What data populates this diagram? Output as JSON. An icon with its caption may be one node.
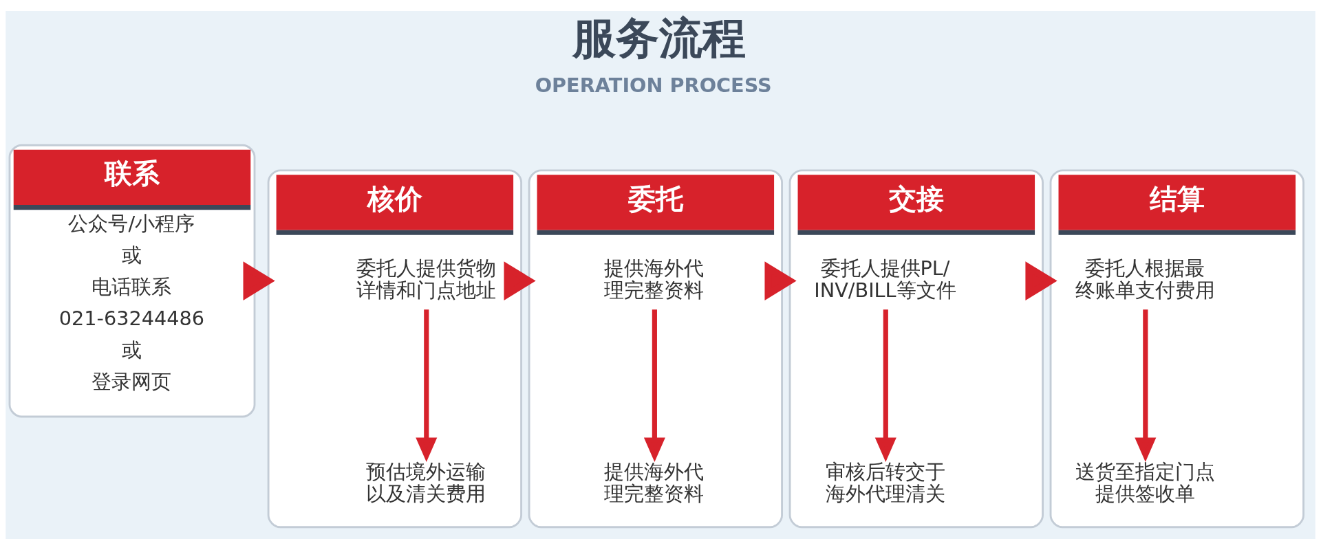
{
  "diagram": {
    "title": "服务流程",
    "nodes": [
      {
        "text": [
          "联系",
          "公众号/小程序",
          "或",
          "电话联系",
          "021-63244486",
          "或",
          "登录网页"
        ]
      },
      {
        "text": [
          "核价"
        ]
      },
      {
        "text": [
          "委托人提供货物详情和门点地址"
        ],
        "in": 1
      },
      {
        "text": [
          "预估境外运输以及清关费用"
        ],
        "in": 1
      },
      {
        "text": [
          "委托"
        ]
      },
      {
        "text": [
          "提供海外代理完整资料"
        ],
        "in": 4
      },
      {
        "text": [
          "提供海外代理完整资料"
        ],
        "in": 4
      },
      {
        "text": [
          "交接"
        ]
      },
      {
        "text": [
          "委托人提供PL/INV/BILL等文件"
        ],
        "in": 7
      },
      {
        "text": [
          "审核后转交于海外代理清关"
        ],
        "in": 7
      },
      {
        "text": [
          "结算"
        ]
      },
      {
        "text": [
          "委托人根据最终账单支付费用"
        ],
        "in": 10
      },
      {
        "text": [
          "送货至指定门点",
          "提供签收单"
        ],
        "in": 10
      }
    ],
    "edges": [
      {
        "from": 0,
        "to": 1,
        "arrow": "to"
      },
      {
        "from": 2,
        "to": 3,
        "arrow": "to"
      },
      {
        "from": 1,
        "to": 4,
        "arrow": "to"
      },
      {
        "from": 5,
        "to": 6,
        "arrow": "to"
      },
      {
        "from": 4,
        "to": 7,
        "arrow": "to"
      },
      {
        "from": 8,
        "to": 9,
        "arrow": "to"
      },
      {
        "from": 7,
        "to": 10,
        "arrow": "to"
      },
      {
        "from": 11,
        "to": 12,
        "arrow": "to"
      }
    ],
    "labels": [
      "OPERATION PROCESS"
    ]
  }
}
